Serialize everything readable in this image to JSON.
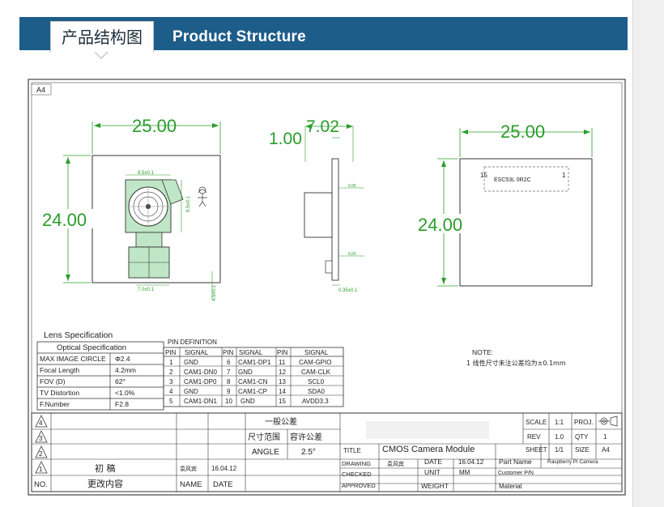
{
  "header": {
    "title_cn": "产品结构图",
    "title_en": "Product Structure"
  },
  "sheet": {
    "size_tag": "A4"
  },
  "dims": {
    "front_w": "25.00",
    "front_h": "24.00",
    "lens_top": "8.5±0.1",
    "lens_side": "8.5±0.1",
    "fpc_w": "7.0±0.1",
    "right_small": "4.5±0.1",
    "side_t1": "7.02",
    "side_t2": "1.00",
    "side_a": "0.05",
    "side_b": "0.05",
    "side_bottom": "0.35±0.1",
    "back_w": "25.00",
    "back_h": "24.00",
    "back_label": "ESC53L 0R2C",
    "back_num_left": "15",
    "back_num_right": "1"
  },
  "lens_spec": {
    "title": "Lens Specification",
    "header": "Optical Specification",
    "rows": [
      {
        "k": "MAX IMAGE CIRCLE",
        "v": "Φ2.4"
      },
      {
        "k": "Focal Length",
        "v": "4.2mm"
      },
      {
        "k": "FOV (D)",
        "v": "62°"
      },
      {
        "k": "TV Distortion",
        "v": "<1.0%"
      },
      {
        "k": "F.Number",
        "v": "F2.8"
      }
    ]
  },
  "pin_def": {
    "title": "PIN DEFINITION",
    "headers": [
      "PIN",
      "SIGNAL",
      "PIN",
      "SIGNAL",
      "PIN",
      "SIGNAL"
    ],
    "rows": [
      [
        "1",
        "GND",
        "6",
        "CAM1-DP1",
        "11",
        "CAM-GPIO"
      ],
      [
        "2",
        "CAM1-DN0",
        "7",
        "GND",
        "12",
        "CAM-CLK"
      ],
      [
        "3",
        "CAM1-DP0",
        "8",
        "CAM1-CN",
        "13",
        "SCL0"
      ],
      [
        "4",
        "GND",
        "9",
        "CAM1-CP",
        "14",
        "SDA0"
      ],
      [
        "5",
        "CAM1-DN1",
        "10",
        "GND",
        "15",
        "AVDD3.3"
      ]
    ]
  },
  "note": {
    "title": "NOTE:",
    "line1": "1 线性尺寸未注公差均为±0.1mm"
  },
  "title_block": {
    "rev_marks": [
      "4",
      "3",
      "2",
      "1"
    ],
    "rev1_desc": "初 稿",
    "rev1_name": "袁风宾",
    "rev1_date": "16.04.12",
    "footer": [
      "NO.",
      "更改内容",
      "NAME",
      "DATE"
    ],
    "tol_title": "一般公差",
    "tol_range": "尺寸范围",
    "tol_allow": "容许公差",
    "angle_label": "ANGLE",
    "angle_value": "2.5°",
    "title_label": "TITLE",
    "title_value": "CMOS Camera Module",
    "drawing_label": "DRAWING",
    "drawing_name": "袁风宾",
    "date_label": "DATE",
    "date_value": "16.04.12",
    "checked_label": "CHECKED",
    "unit_label": "UNIT",
    "unit_value": "MM",
    "approved_label": "APPROVED",
    "weight_label": "WEIGHT",
    "part_name_label": "Part Name",
    "part_name_value": "Raspberry Pi Camera",
    "customer_pn_label": "Customer P/N",
    "material_label": "Material",
    "scale_label": "SCALE",
    "scale_value": "1:1",
    "proj_label": "PROJ.",
    "rev_label": "REV",
    "rev_value": "1.0",
    "qty_label": "QTY",
    "qty_value": "1",
    "sheet_label": "SHEET",
    "sheet_value": "1/1",
    "size_label": "SIZE",
    "size_value": "A4"
  },
  "colors": {
    "banner": "#1d5d8a",
    "dim_green": "#2a9d2a",
    "lens_green": "#bfe6c6",
    "fpc_green": "#bfe6c6"
  }
}
